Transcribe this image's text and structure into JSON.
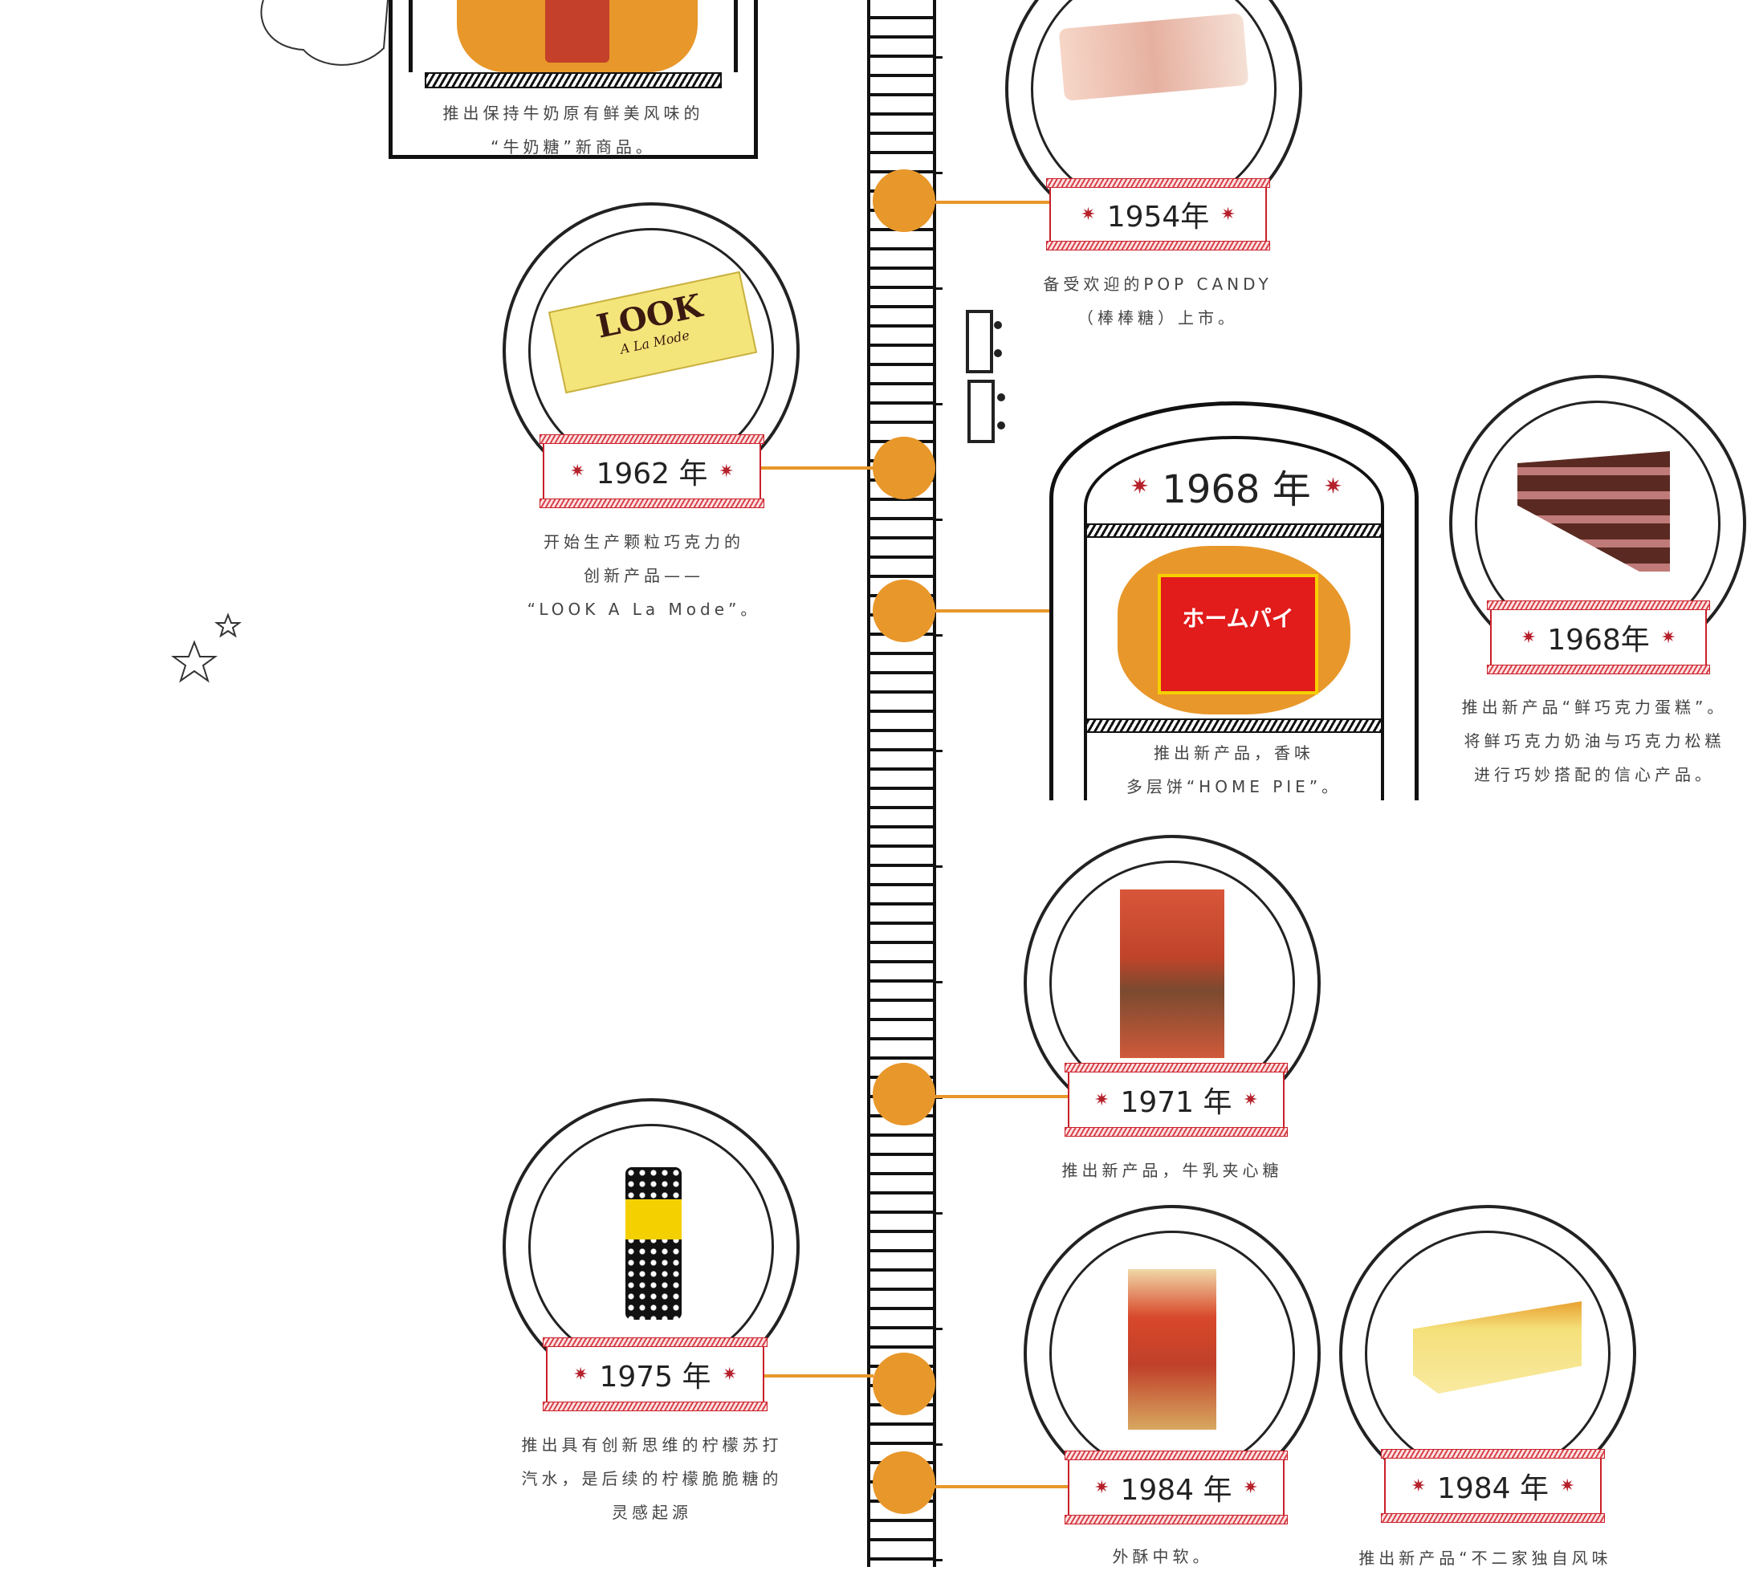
{
  "top_item": {
    "lines": [
      "推出保持牛奶原有鲜美风味的",
      "“牛奶糖”新商品。"
    ]
  },
  "items": [
    {
      "year": "1954年",
      "lines": [
        "备受欢迎的POP CANDY",
        "（棒棒糖）上市。"
      ]
    },
    {
      "year": "1962 年",
      "lines": [
        "开始生产颗粒巧克力的",
        "创新产品——",
        "“LOOK A La Mode”。"
      ]
    },
    {
      "year": "1968 年",
      "lines": [
        "推出新产品，香味",
        "多层饼“HOME PIE”。"
      ]
    },
    {
      "year": "1968年",
      "lines": [
        "推出新产品“鲜巧克力蛋糕”。",
        "将鲜巧克力奶油与巧克力松糕",
        "进行巧妙搭配的信心产品。"
      ]
    },
    {
      "year": "1971 年",
      "lines": [
        "推出新产品，牛乳夹心糖"
      ]
    },
    {
      "year": "1975 年",
      "lines": [
        "推出具有创新思维的柠檬苏打",
        "汽水，是后续的柠檬脆脆糖的",
        "灵感起源"
      ]
    },
    {
      "year": "1984 年",
      "lines": [
        "外酥中软。"
      ]
    },
    {
      "year": "1984 年",
      "lines": [
        "推出新产品“不二家独自风味"
      ]
    }
  ],
  "products": {
    "look": "LOOK",
    "look_sub": "A La Mode",
    "homepie": "ホームパイ"
  },
  "colors": {
    "accent": "#e8972a",
    "red": "#c9202a"
  }
}
